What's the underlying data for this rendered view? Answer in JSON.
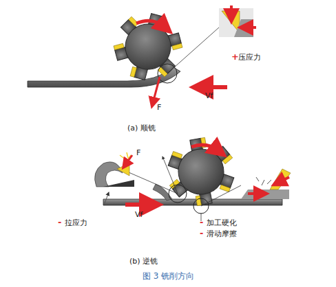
{
  "diagram": {
    "caption": "图 3 铣削方向",
    "labels": [
      "+",
      "压应力",
      "Vf",
      "F",
      "(a) 顺铣",
      "F",
      "-",
      "拉应力",
      "Vf",
      "-",
      "加工硬化",
      "-",
      "滑动摩擦",
      "(b) 逆铣"
    ]
  }
}
